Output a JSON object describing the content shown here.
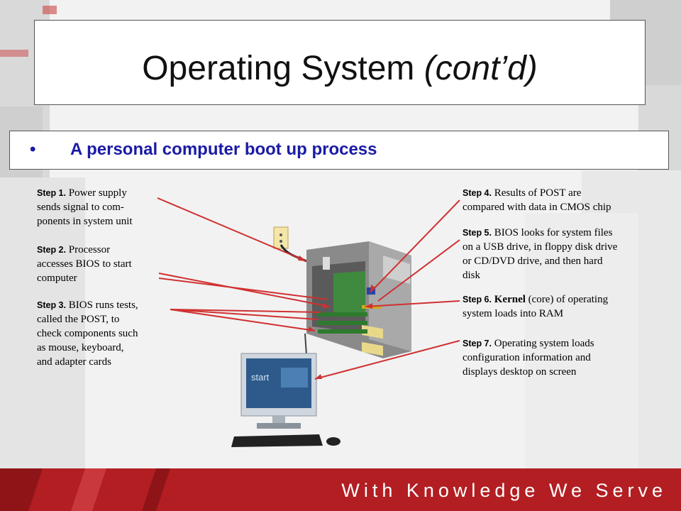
{
  "slide": {
    "title_main": "Operating System ",
    "title_italic": "(cont’d)",
    "bullet": "•",
    "subtitle": "A personal computer boot up process",
    "footer": "With Knowledge We Serve",
    "accent_color": "#b21e22",
    "subtitle_color": "#1a1aa6"
  },
  "steps": {
    "s1": {
      "label": "Step 1.",
      "l1": " Power supply",
      "l2": "sends signal to com-",
      "l3": "ponents in system unit"
    },
    "s2": {
      "label": "Step 2.",
      "l1": " Processor",
      "l2": "accesses BIOS to start",
      "l3": "computer"
    },
    "s3": {
      "label": "Step 3.",
      "l1": " BIOS runs tests,",
      "l2": "called the POST, to",
      "l3": "check components such",
      "l4": "as mouse, keyboard,",
      "l5": "and adapter cards"
    },
    "s4": {
      "label": "Step 4.",
      "l1": "  Results of POST are",
      "l2": "compared with data in CMOS chip"
    },
    "s5": {
      "label": "Step 5.",
      "l1": " BIOS looks for system files",
      "l2": "on a USB drive, in floppy disk drive",
      "l3": "or CD/DVD drive, and then hard",
      "l4": "disk"
    },
    "s6": {
      "label": "Step 6.",
      "kernel": " Kernel",
      "l1": " (core) of operating",
      "l2": "system loads into RAM"
    },
    "s7": {
      "label": "Step 7.",
      "l1": " Operating system loads",
      "l2": "configuration information and",
      "l3": "displays desktop on screen"
    }
  },
  "illustration": {
    "screen_word": "start"
  }
}
